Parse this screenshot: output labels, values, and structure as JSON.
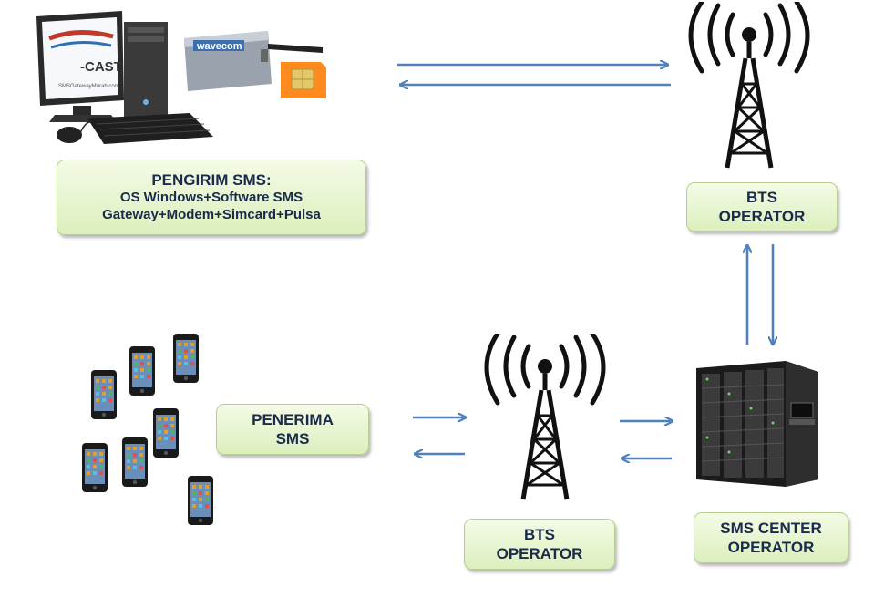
{
  "sender": {
    "title": "PENGIRIM SMS:",
    "line1": "OS Windows+Software  SMS",
    "line2": "Gateway+Modem+Simcard+Pulsa",
    "monitor_logo": "-CAST",
    "monitor_caption": "SMSGatewayMurah.com",
    "modem_brand": "wavecom"
  },
  "bts_top": {
    "line1": "BTS",
    "line2": "OPERATOR"
  },
  "bts_bottom": {
    "line1": "BTS",
    "line2": "OPERATOR"
  },
  "smsc": {
    "line1": "SMS CENTER",
    "line2": "OPERATOR"
  },
  "receiver": {
    "line1": "PENERIMA",
    "line2": "SMS"
  },
  "colors": {
    "arrow": "#4f81bd",
    "box_fill_top": "#f4fbe6",
    "box_fill_bottom": "#dcefbe",
    "box_border": "#b7cf8e",
    "text": "#1a2a4a"
  },
  "icons": [
    "computer-icon",
    "gsm-modem-icon",
    "sim-card-icon",
    "radio-tower-icon",
    "server-rack-icon",
    "mobile-phone-icon"
  ]
}
